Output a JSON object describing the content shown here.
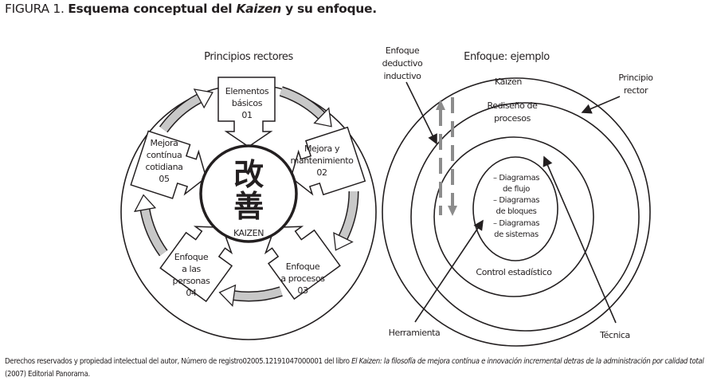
{
  "figure": {
    "label": "FIGURA 1.",
    "title_a": "Esquema conceptual del",
    "title_italic": "Kaizen",
    "title_b": "y su enfoque."
  },
  "left": {
    "heading": "Principios rectores",
    "kanji_1": "改",
    "kanji_2": "善",
    "center_label": "KAIZEN",
    "boxes": [
      {
        "lines": [
          "Elementos",
          "básicos",
          "01"
        ]
      },
      {
        "lines": [
          "Mejora y",
          "mantenimiento",
          "02"
        ]
      },
      {
        "lines": [
          "Enfoque",
          "a procesos",
          "03"
        ]
      },
      {
        "lines": [
          "Enfoque",
          "a las",
          "personas",
          "04"
        ]
      },
      {
        "lines": [
          "Mejora",
          "contínua",
          "cotidiana",
          "05"
        ]
      }
    ]
  },
  "right": {
    "heading": "Enfoque: ejemplo",
    "deductive": [
      "Enfoque",
      "deductivo",
      "inductivo"
    ],
    "ring_1": "Kaizen",
    "ring_2": [
      "Rediseño de",
      "procesos"
    ],
    "ring_3": "Control estadístico",
    "tools": [
      "– Diagramas",
      "de flujo",
      "– Diagramas",
      "de bloques",
      "– Diagramas",
      "de sistemas"
    ],
    "principle": [
      "Principio",
      "rector"
    ],
    "tool_label": "Herramienta",
    "technique_label": "Técnica"
  },
  "footer": {
    "text_a": "Derechos reservados y propiedad intelectual del autor, Número de registro02005.12191047000001 del libro ",
    "book_italic": "El Kaizen: la filosofía de mejora contínua e innovación incremental detras de la administración por calidad total",
    "text_b": " (2007) Editorial Panorama."
  },
  "colors": {
    "ink": "#231f20",
    "arrow_gray": "#c8c8c8",
    "dash_gray": "#8c8c8c"
  }
}
